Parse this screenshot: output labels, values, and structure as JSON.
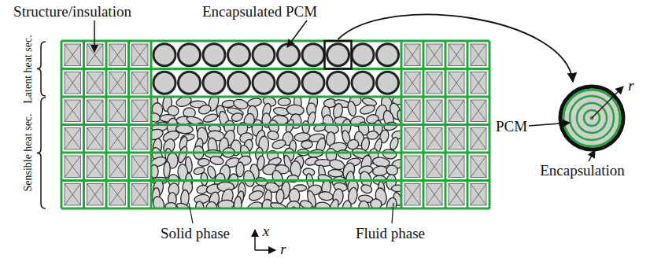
{
  "diagram": {
    "labels": [
      "Structure/insulation",
      "Encapsulated PCM",
      "Latent heat sec.",
      "Sensible heat sec.",
      "Solid phase",
      "Fluid phase",
      "x",
      "r",
      "PCM",
      "Encapsulation",
      "r"
    ]
  }
}
